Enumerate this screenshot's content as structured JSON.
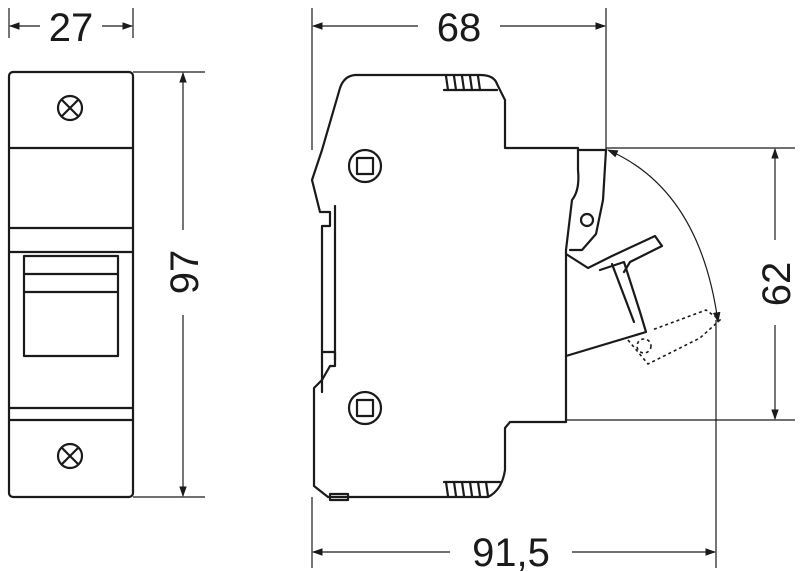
{
  "dimensions": {
    "front_width": "27",
    "front_height": "97",
    "side_depth": "68",
    "side_height": "62",
    "total_depth": "91,5"
  },
  "icons": [
    "screw-terminal-icon",
    "square-terminal-icon",
    "arrowhead-icon"
  ]
}
